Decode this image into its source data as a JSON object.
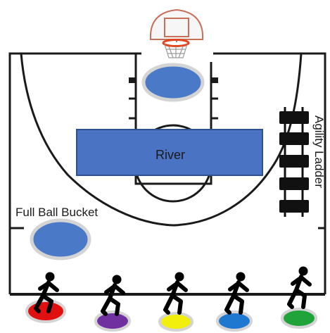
{
  "labels": {
    "river": "River",
    "bucket": "Full Ball Bucket",
    "ladder": "Agility Ladder"
  },
  "colors": {
    "court_line": "#1a1a1a",
    "spot_blue": "#4a7ac7",
    "spot_outline": "#d4d4d4",
    "river_fill": "#4a74c3",
    "river_stroke": "#2f528f",
    "hoop_rim": "#e0461f",
    "backboard_edge": "#c86f58",
    "ladder": "#111111",
    "poly_spots": [
      "#e01010",
      "#7030a0",
      "#f2ef0c",
      "#1f78d0",
      "#1fa33a"
    ]
  },
  "players": [
    {
      "spot": "red-poly-spot",
      "figure": "stick-figure-walking"
    },
    {
      "spot": "purple-poly-spot",
      "figure": "stick-figure-walking"
    },
    {
      "spot": "yellow-poly-spot",
      "figure": "stick-figure-walking"
    },
    {
      "spot": "blue-poly-spot",
      "figure": "stick-figure-walking"
    },
    {
      "spot": "green-poly-spot",
      "figure": "stick-figure-walking"
    }
  ]
}
